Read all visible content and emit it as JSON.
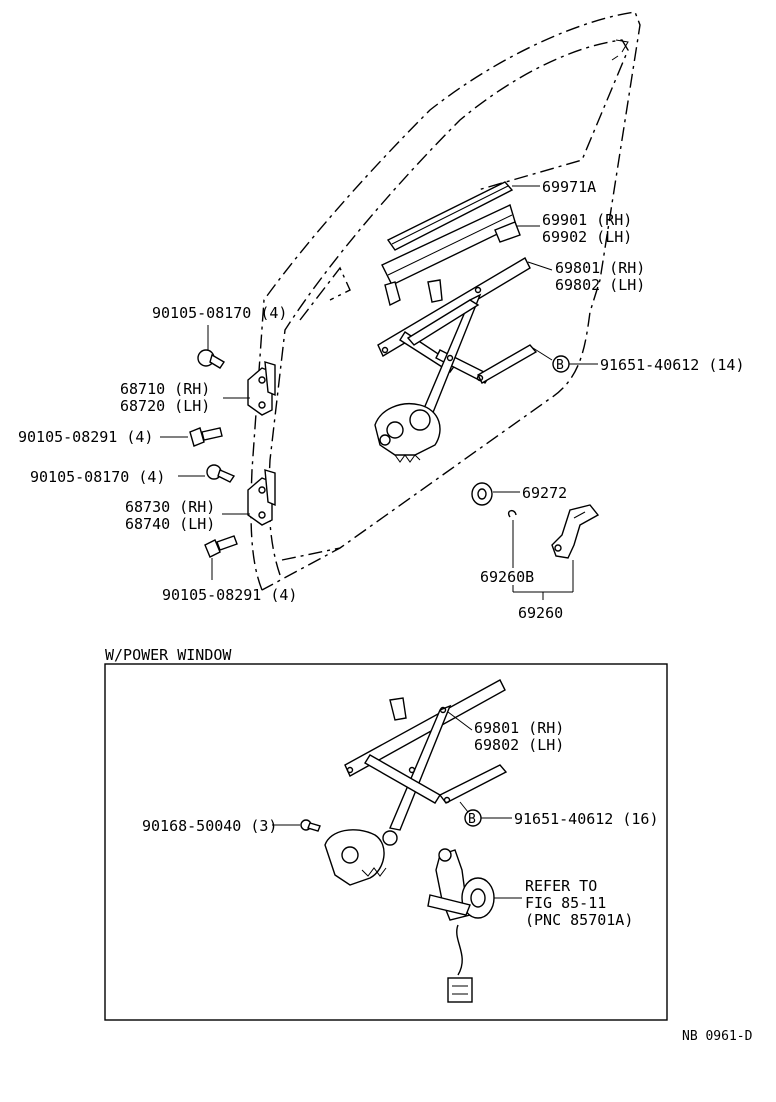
{
  "main_parts": {
    "glass_run": "69971A",
    "channel_rh": "69901 (RH)",
    "channel_lh": "69902 (LH)",
    "regulator_rh": "69801 (RH)",
    "regulator_lh": "69802 (LH)",
    "bolt_b": "91651-40612 (14)",
    "bolt_upper_hinge": "90105-08170 (4)",
    "upper_hinge_rh": "68710 (RH)",
    "upper_hinge_lh": "68720 (LH)",
    "bolt_upper_hinge_body": "90105-08291 (4)",
    "bolt_lower_hinge": "90105-08170 (4)",
    "lower_hinge_rh": "68730 (RH)",
    "lower_hinge_lh": "68740 (LH)",
    "bolt_lower_hinge_body": "90105-08291 (4)",
    "washer": "69272",
    "snap_ring": "69260B",
    "handle": "69260"
  },
  "power_window": {
    "section_title": "W/POWER WINDOW",
    "regulator_rh": "69801 (RH)",
    "regulator_lh": "69802 (LH)",
    "screw": "90168-50040 (3)",
    "bolt_b": "91651-40612 (16)",
    "refer_line1": "REFER TO",
    "refer_line2": "FIG 85-11",
    "refer_line3": "(PNC 85701A)"
  },
  "marker_b": "B",
  "footer_code": "NB 0961-D"
}
